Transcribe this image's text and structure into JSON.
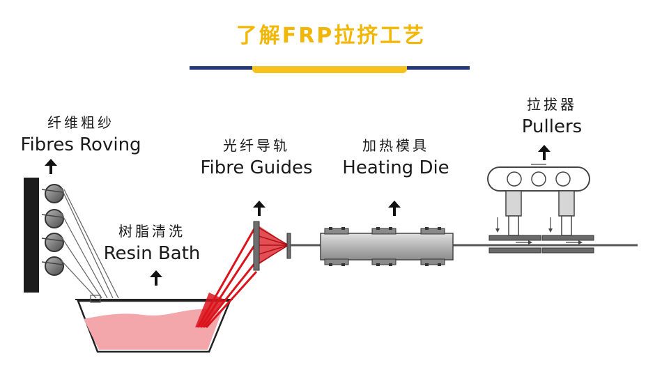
{
  "title": "了解FRP拉挤工艺",
  "stages": {
    "fibres_roving": {
      "cn": "纤维粗纱",
      "en": "Fibres Roving"
    },
    "resin_bath": {
      "cn": "树脂清洗",
      "en": "Resin Bath"
    },
    "fibre_guides": {
      "cn": "光纤导轨",
      "en": "Fibre Guides"
    },
    "heating_die": {
      "cn": "加热模具",
      "en": "Heating Die"
    },
    "pullers": {
      "cn": "拉拔器",
      "en": "Pullers"
    }
  },
  "colors": {
    "title": "#f2b705",
    "accent_line": "#243a78",
    "resin": "#f4a7ab",
    "fibre": "#d9141c"
  }
}
